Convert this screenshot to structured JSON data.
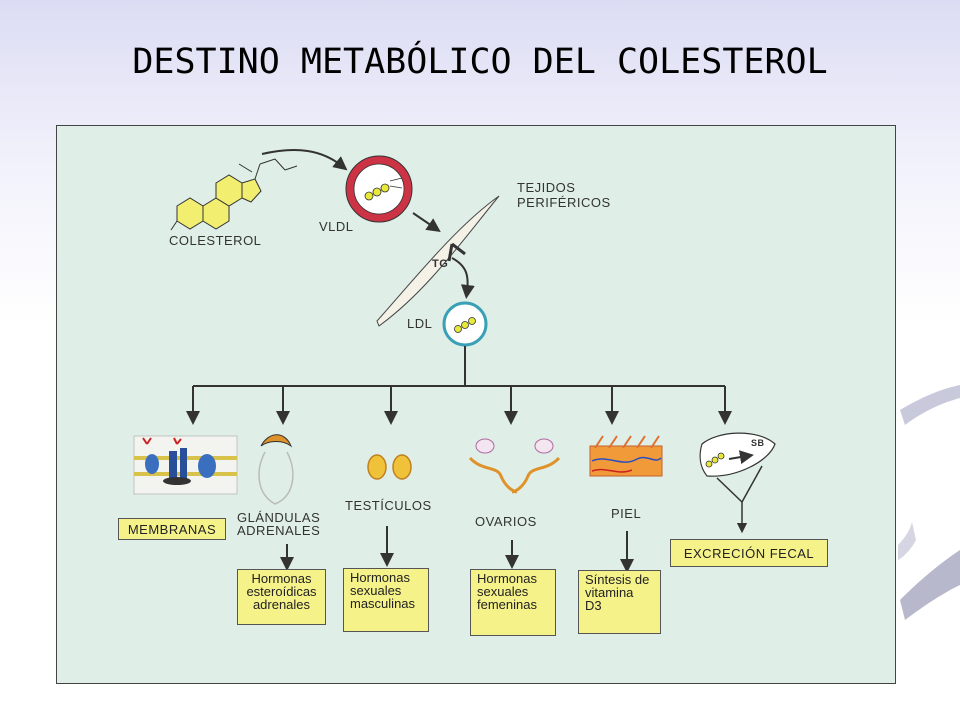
{
  "title": "DESTINO METABÓLICO DEL COLESTEROL",
  "diagram": {
    "top_labels": {
      "colesterol": "COLESTEROL",
      "vldl": "VLDL",
      "tejidos": "TEJIDOS\nPERIFÉRICOS",
      "tg": "TG",
      "ldl": "LDL",
      "sb": "SB"
    },
    "branch_labels": {
      "membranas": "MEMBRANAS",
      "glandulas": "GLÁNDULAS\nADRENALES",
      "testiculos": "TESTÍCULOS",
      "ovarios": "OVARIOS",
      "piel": "PIEL",
      "excrecion": "EXCRECIÓN FECAL"
    },
    "result_boxes": {
      "adrenales": "Hormonas\nesteroídicas\nadrenales",
      "masculinas": "Hormonas\nsexuales\nmasculinas",
      "femeninas": "Hormonas\nsexuales\nfemeninas",
      "vitamina": "Síntesis de\nvitamina\nD3"
    }
  }
}
